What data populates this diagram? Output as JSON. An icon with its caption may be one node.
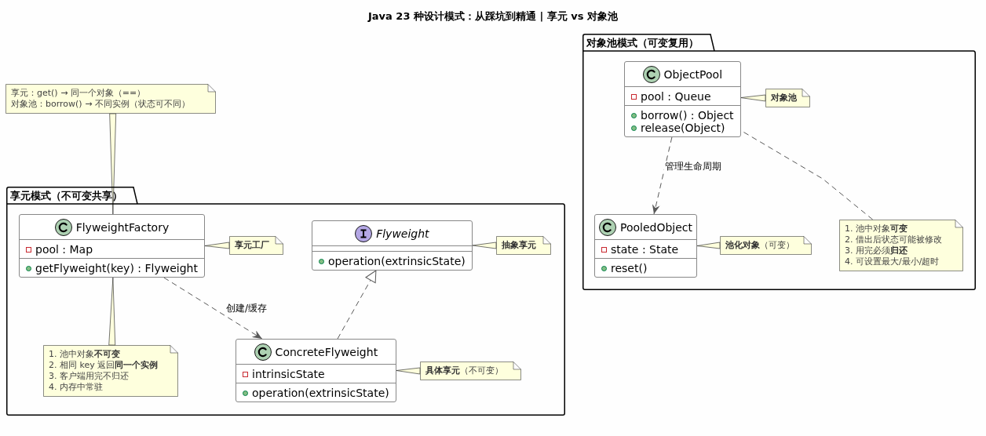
{
  "diagram": {
    "title": "Java 23 种设计模式：从踩坑到精通 | 享元 vs 对象池",
    "nodes": [
      {
        "text": [
          "享元：get() → 同一个对象（==）",
          "对象池：borrow() → 不同实例（状态可不同）"
        ]
      },
      {
        "text": [
          "享元模式（不可变共享）"
        ]
      },
      {
        "text": [
          "FlyweightFactory",
          "pool : Map",
          "getFlyweight(key) : Flyweight"
        ],
        "in": 1
      },
      {
        "text": [
          "享元工厂"
        ],
        "in": 1
      },
      {
        "text": [
          "Flyweight",
          "operation(extrinsicState)"
        ],
        "in": 1
      },
      {
        "text": [
          "抽象享元"
        ],
        "in": 1
      },
      {
        "text": [
          "1. 池中对象**不可变**",
          "2. 相同 key 返回**同一个实例**",
          "3. 客户端用完不归还",
          "4. 内存中常驻"
        ],
        "in": 1
      },
      {
        "text": [
          "ConcreteFlyweight",
          "intrinsicState",
          "operation(extrinsicState)"
        ],
        "in": 1
      },
      {
        "text": [
          "**具体享元**（不可变）"
        ],
        "in": 1
      },
      {
        "text": [
          "对象池模式（可变复用）"
        ]
      },
      {
        "text": [
          "ObjectPool",
          "pool : Queue",
          "borrow() : Object",
          "release(Object)"
        ],
        "in": 9
      },
      {
        "text": [
          "对象池"
        ],
        "in": 9
      },
      {
        "text": [
          "PooledObject",
          "state : State",
          "reset()"
        ],
        "in": 9
      },
      {
        "text": [
          "**池化对象**（可变）"
        ],
        "in": 9
      },
      {
        "text": [
          "1. 池中对象**可变**",
          "2. 借出后状态可能被修改",
          "3. 用完必须**归还**",
          "4. 可设置最大/最小/超时"
        ],
        "in": 9
      }
    ],
    "edges": [
      {
        "from": 0,
        "to": 2,
        "arrow": "none"
      },
      {
        "from": 3,
        "to": 2,
        "arrow": "none"
      },
      {
        "from": 5,
        "to": 4,
        "arrow": "none"
      },
      {
        "from": 6,
        "to": 2,
        "arrow": "none"
      },
      {
        "from": 2,
        "to": 7,
        "arrow": "to",
        "style": "dashed",
        "label": "创建/缓存"
      },
      {
        "from": 7,
        "to": 4,
        "arrow": "to",
        "style": "dashed"
      },
      {
        "from": 8,
        "to": 7,
        "arrow": "none"
      },
      {
        "from": 10,
        "to": 12,
        "arrow": "to",
        "style": "dashed",
        "label": "管理生命周期"
      },
      {
        "from": 11,
        "to": 10,
        "arrow": "none"
      },
      {
        "from": 13,
        "to": 12,
        "arrow": "none"
      },
      {
        "from": 14,
        "to": 10,
        "arrow": "none",
        "style": "dashed"
      }
    ]
  }
}
